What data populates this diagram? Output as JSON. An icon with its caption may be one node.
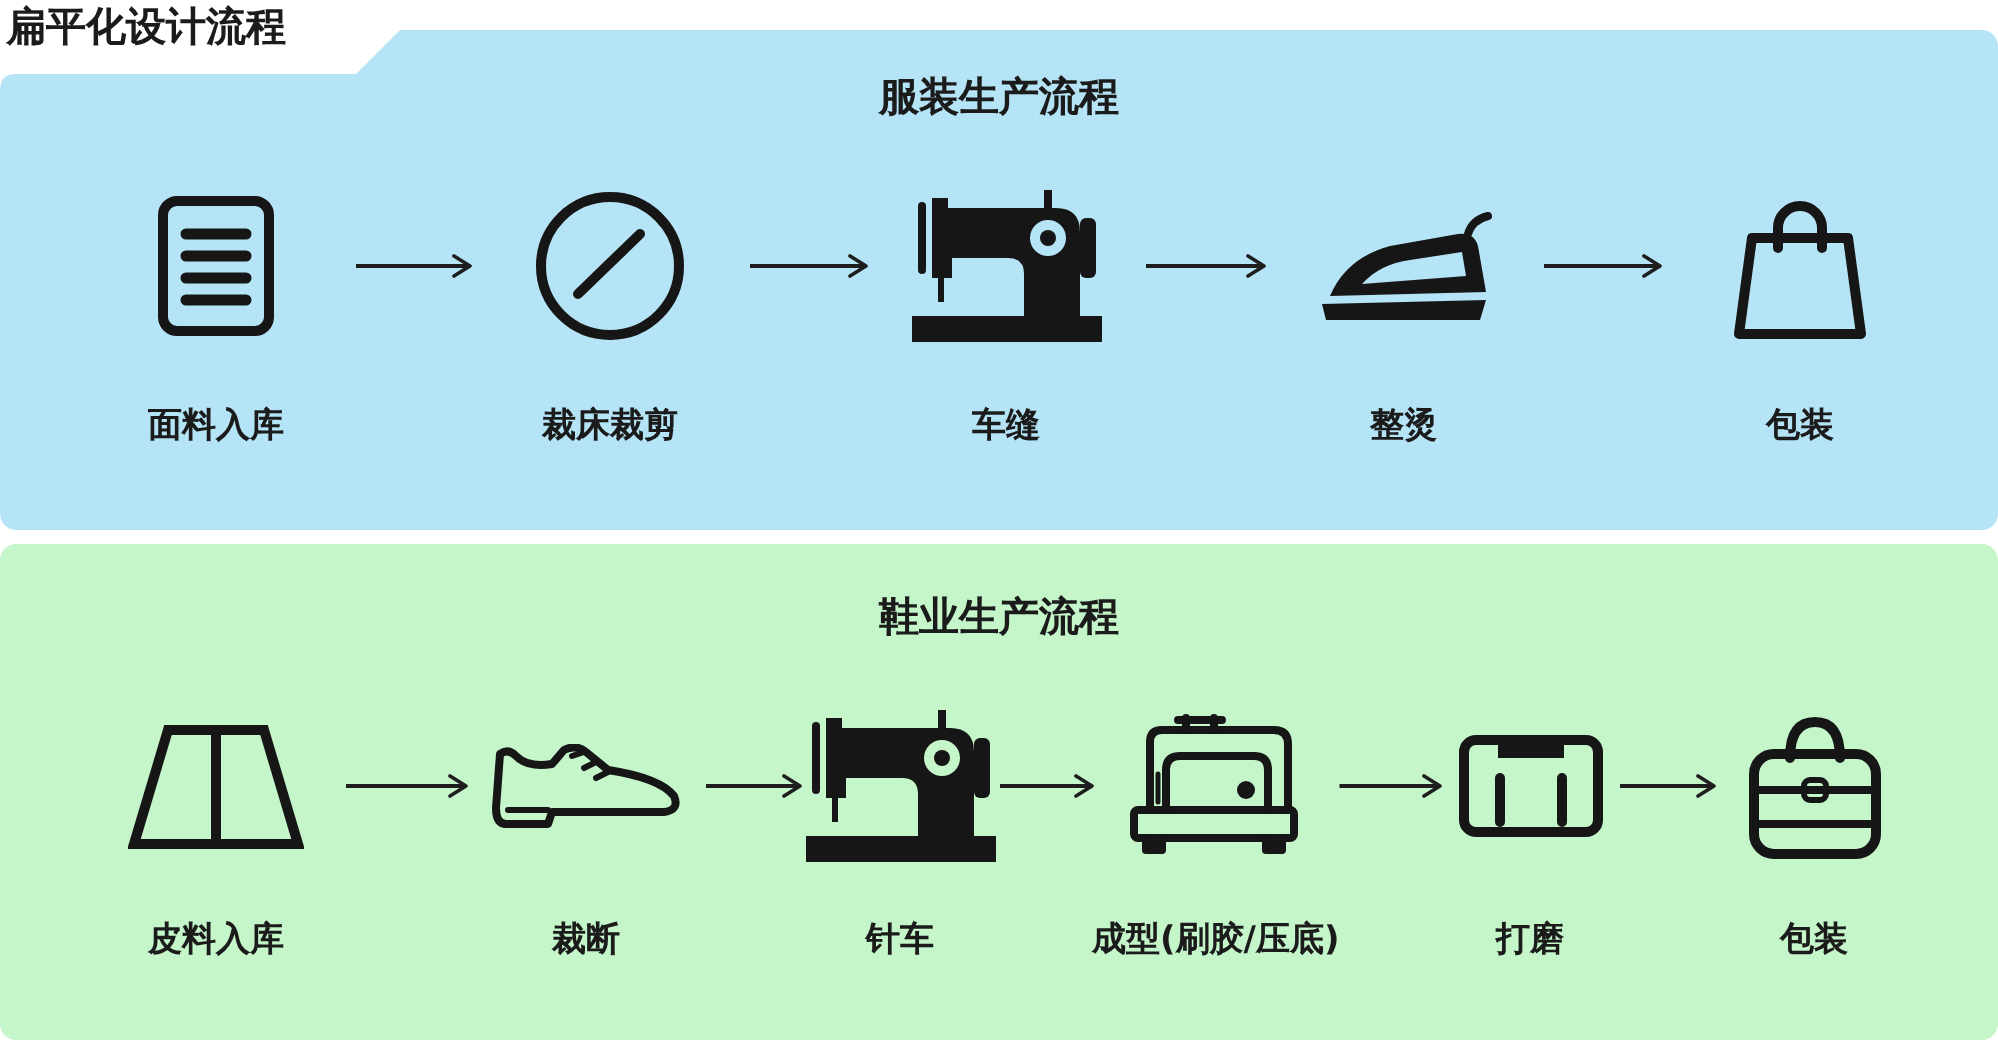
{
  "diagram": {
    "title": "扁平化设计流程",
    "nodes": [
      {
        "text": [
          "服装生产流程"
        ]
      },
      {
        "text": [
          "面料入库"
        ],
        "in": 0
      },
      {
        "text": [
          "裁床裁剪"
        ],
        "in": 0
      },
      {
        "text": [
          "车缝"
        ],
        "in": 0
      },
      {
        "text": [
          "整烫"
        ],
        "in": 0
      },
      {
        "text": [
          "包装"
        ],
        "in": 0
      },
      {
        "text": [
          "鞋业生产流程"
        ]
      },
      {
        "text": [
          "皮料入库"
        ],
        "in": 6
      },
      {
        "text": [
          "裁断"
        ],
        "in": 6
      },
      {
        "text": [
          "针车"
        ],
        "in": 6
      },
      {
        "text": [
          "成型(刷胶/压底)"
        ],
        "in": 6
      },
      {
        "text": [
          "打磨"
        ],
        "in": 6
      },
      {
        "text": [
          "包装"
        ],
        "in": 6
      }
    ],
    "edges": [
      {
        "from": 1,
        "to": 2,
        "arrow": "to"
      },
      {
        "from": 2,
        "to": 3,
        "arrow": "to"
      },
      {
        "from": 3,
        "to": 4,
        "arrow": "to"
      },
      {
        "from": 4,
        "to": 5,
        "arrow": "to"
      },
      {
        "from": 7,
        "to": 8,
        "arrow": "to"
      },
      {
        "from": 8,
        "to": 9,
        "arrow": "to"
      },
      {
        "from": 9,
        "to": 10,
        "arrow": "to"
      },
      {
        "from": 10,
        "to": 11,
        "arrow": "to"
      },
      {
        "from": 11,
        "to": 12,
        "arrow": "to"
      }
    ]
  }
}
